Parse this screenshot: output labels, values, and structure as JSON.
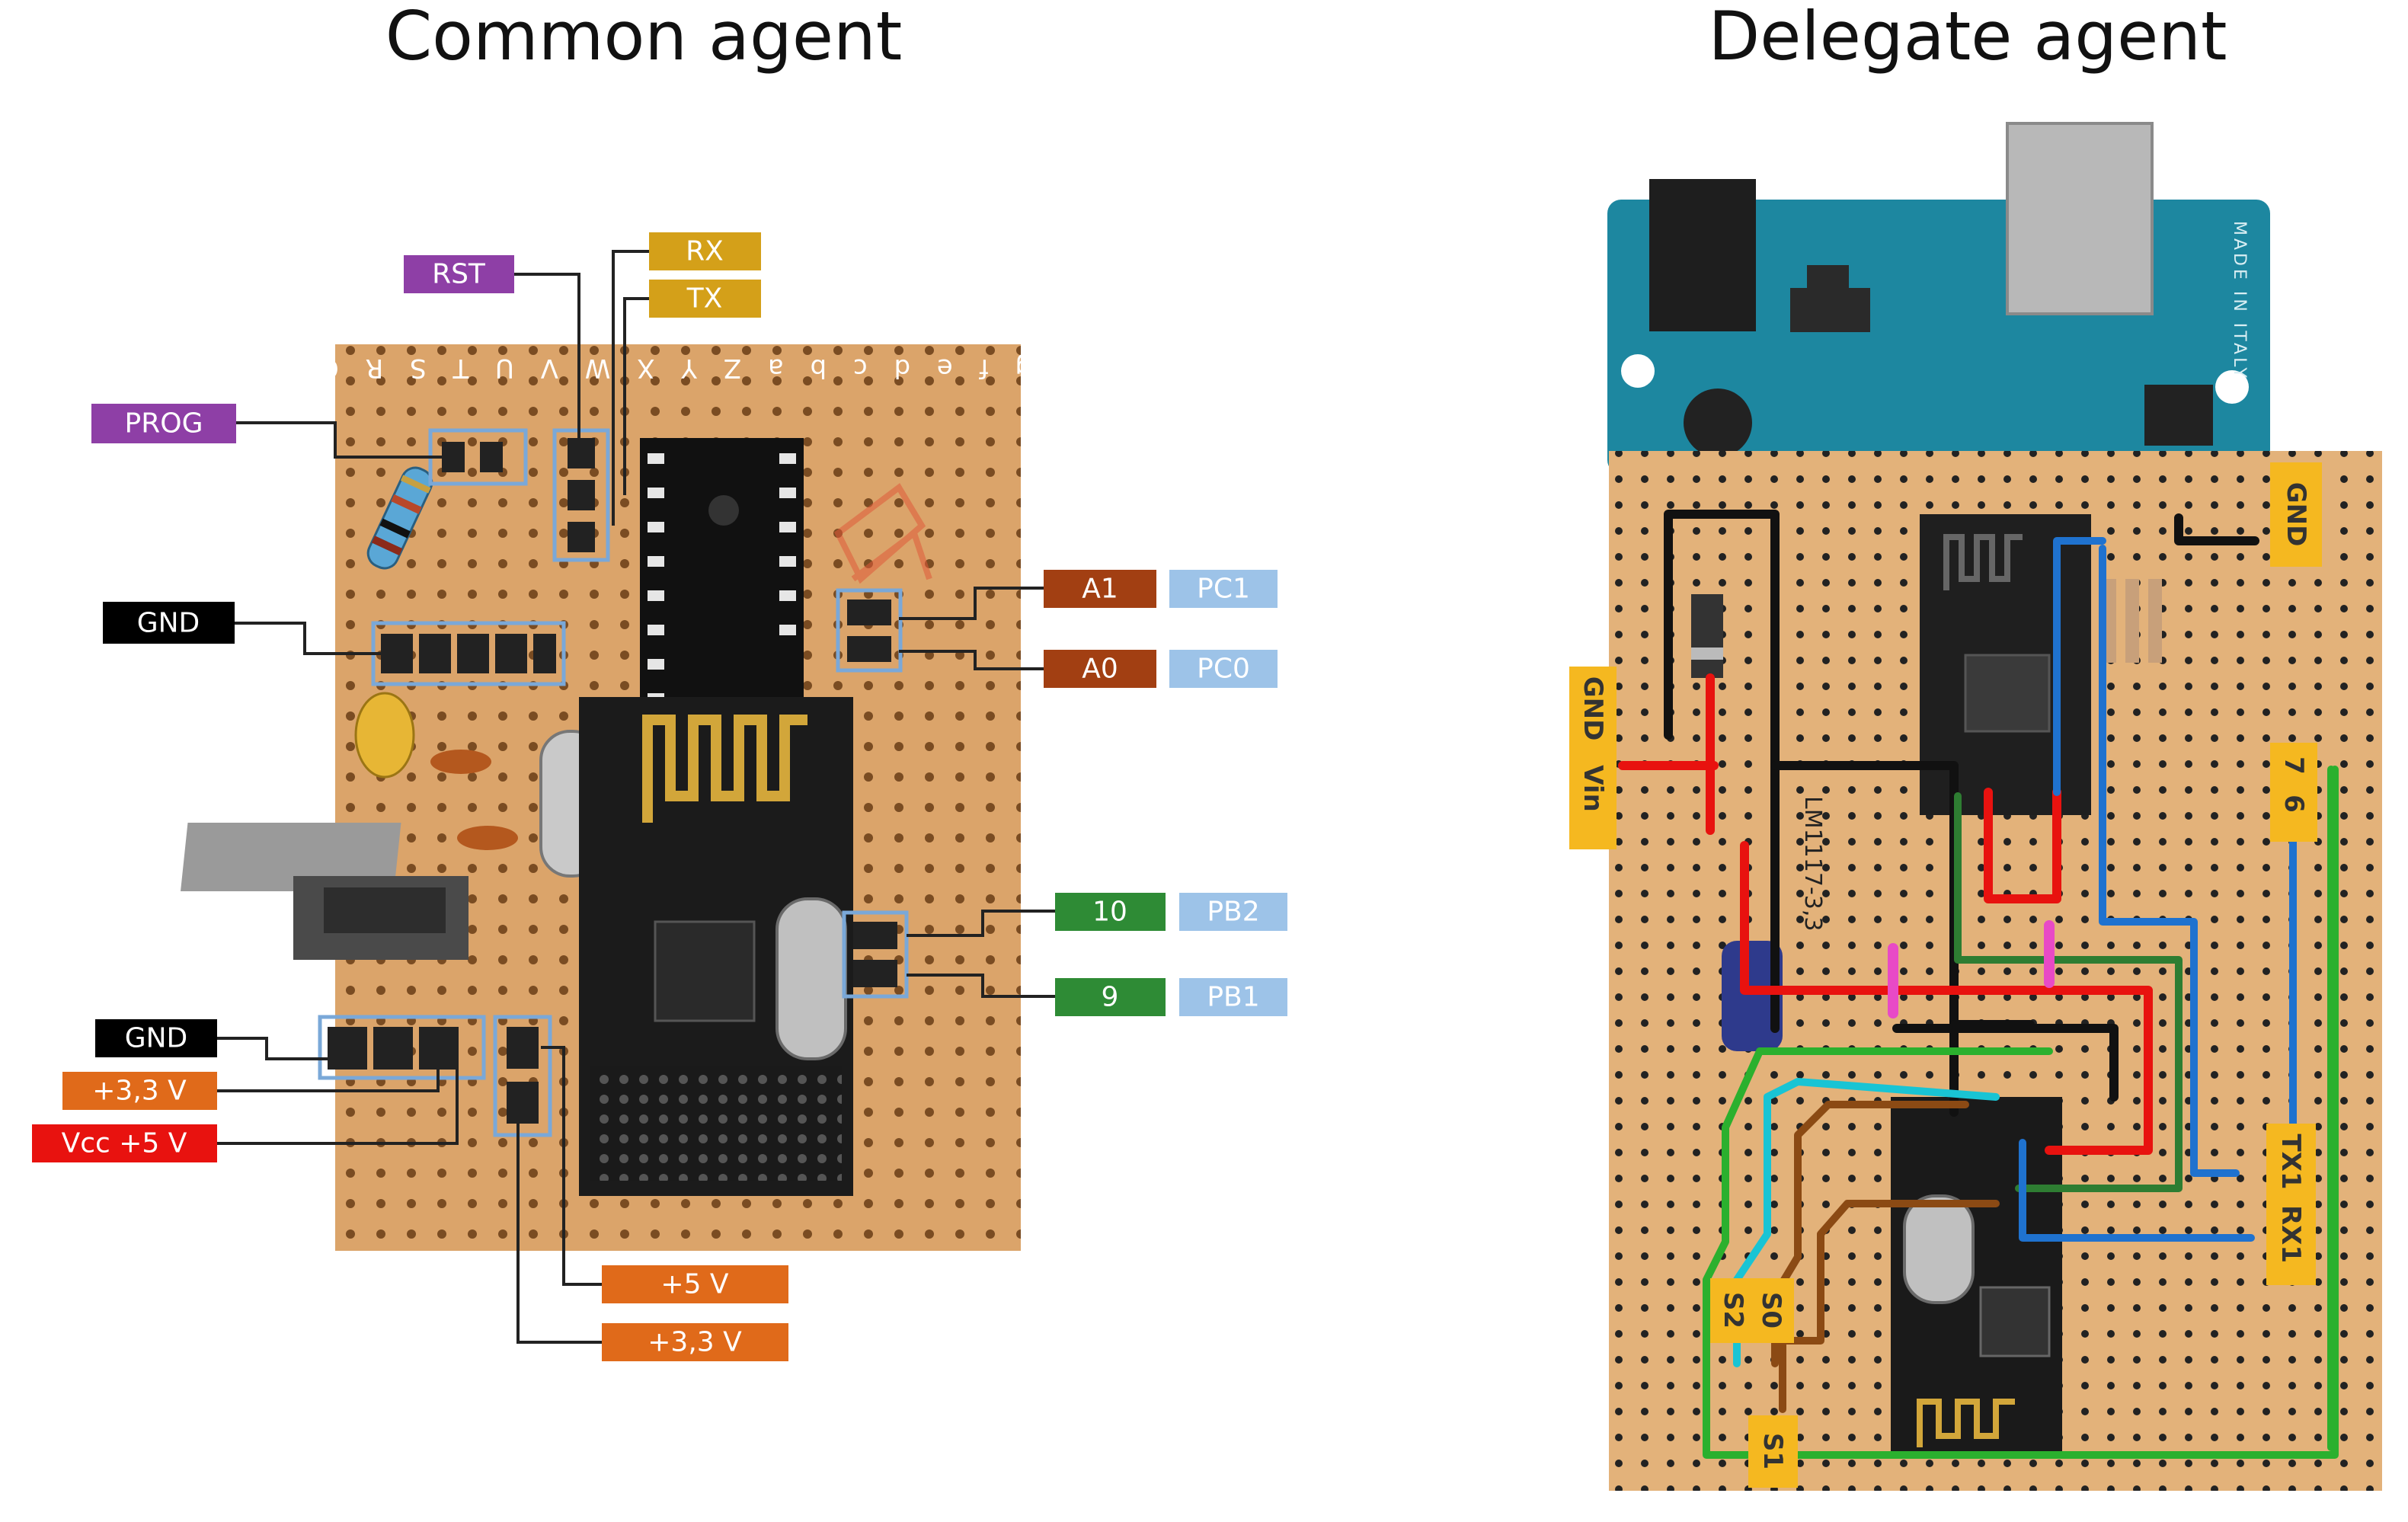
{
  "titles": {
    "common": "Common agent",
    "delegate": "Delegate agent"
  },
  "common_labels": {
    "rst": "RST",
    "rx": "RX",
    "tx": "TX",
    "prog": "PROG",
    "gnd_top": "GND",
    "a1": "A1",
    "pc1": "PC1",
    "a0": "A0",
    "pc0": "PC0",
    "pin10": "10",
    "pb2": "PB2",
    "pin9": "9",
    "pb1": "PB1",
    "gnd_bottom": "GND",
    "v33_left": "+3,3 V",
    "vcc5": "Vcc +5 V",
    "v5_bottom": "+5 V",
    "v33_bottom": "+3,3 V"
  },
  "board_text": {
    "row_letters": "g f e d c b a Z Y X W V U T S R Q",
    "arduino_mark": "MADE IN ITALY",
    "regulator": "LM1117-3,3"
  },
  "delegate_labels": {
    "gnd_top": "GND",
    "gnd_vin_gnd": "GND",
    "gnd_vin_vin": "Vin",
    "pin7": "7",
    "pin6": "6",
    "tx1": "TX1",
    "rx1": "RX1",
    "s0": "S0",
    "s2": "S2",
    "s1": "S1"
  },
  "colors": {
    "purple": "#8e3fa6",
    "gold": "#d4a019",
    "brown": "#a23f12",
    "lightblue": "#9dc3e8",
    "green": "#2e8b35",
    "orange": "#e06a1a",
    "red": "#e8120f",
    "black": "#000000",
    "board": "#dba46a",
    "arduino": "#1d87a0",
    "yellow_tag": "#f5b820"
  }
}
